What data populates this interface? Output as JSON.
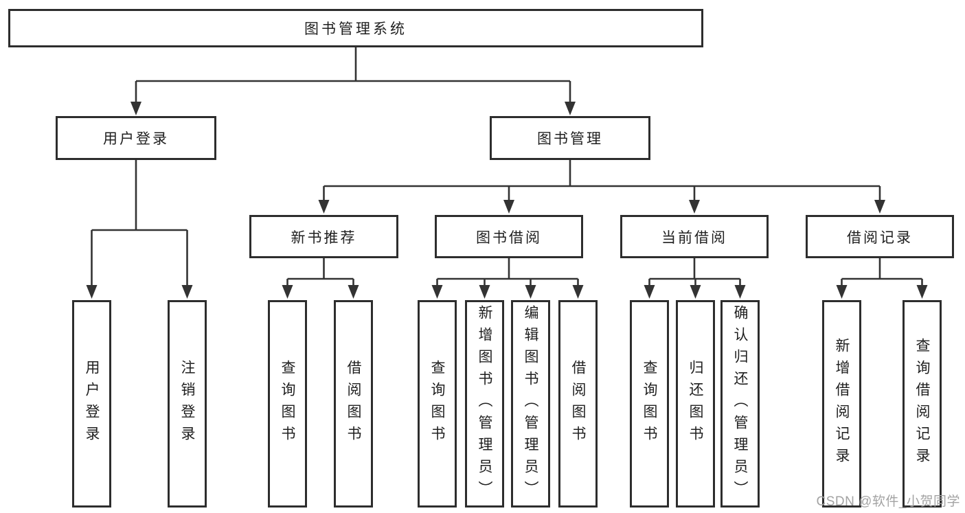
{
  "diagram": {
    "root": {
      "label": "图书管理系统"
    },
    "level2": [
      {
        "label": "用户登录"
      },
      {
        "label": "图书管理"
      }
    ],
    "level3": [
      {
        "label": "新书推荐"
      },
      {
        "label": "图书借阅"
      },
      {
        "label": "当前借阅"
      },
      {
        "label": "借阅记录"
      }
    ],
    "leaves": {
      "login": [
        "用户登录",
        "注销登录"
      ],
      "recommend": [
        "查询图书",
        "借阅图书"
      ],
      "borrow": [
        "查询图书",
        "新增图书（管理员）",
        "编辑图书（管理员）",
        "借阅图书"
      ],
      "current": [
        "查询图书",
        "归还图书",
        "确认归还（管理员）"
      ],
      "records": [
        "新增借阅记录",
        "查询借阅记录"
      ]
    },
    "watermark": "CSDN @软件_小贺同学",
    "colors": {
      "line": "#333333",
      "box_border": "#2d2d2d",
      "text": "#1f1f1f",
      "background": "#ffffff",
      "watermark": "#a3a3a3"
    }
  }
}
